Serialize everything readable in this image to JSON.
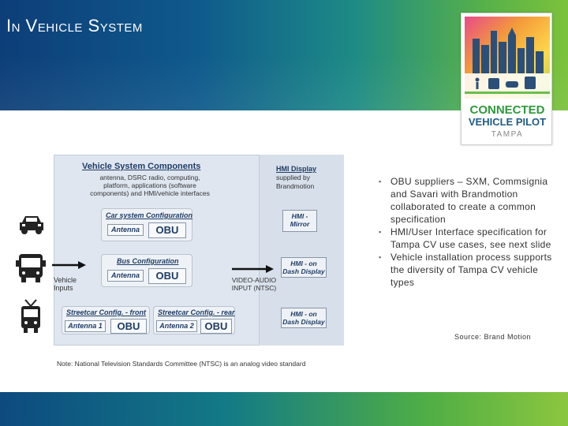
{
  "slide": {
    "title": "In Vehicle System"
  },
  "logo": {
    "line1": "CONNECTED",
    "line2": "VEHICLE PILOT",
    "line3": "TAMPA"
  },
  "diagram": {
    "components_title": "Vehicle System Components",
    "components_desc": "antenna, DSRC radio, computing, platform, applications (software components) and HMI/vehicle interfaces",
    "hmi_title": "HMI Display",
    "hmi_desc": "supplied by Brandmotion",
    "car": {
      "label": "Car system Configuration",
      "antenna": "Antenna",
      "obu": "OBU"
    },
    "bus": {
      "label": "Bus Configuration",
      "antenna": "Antenna",
      "obu": "OBU"
    },
    "streetcar_front": {
      "label": "Streetcar Config. - front",
      "antenna": "Antenna 1",
      "obu": "OBU"
    },
    "streetcar_rear": {
      "label": "Streetcar Config. - rear",
      "antenna": "Antenna 2",
      "obu": "OBU"
    },
    "hmi_mirror": "HMI - Mirror",
    "hmi_dash1": "HMI - on Dash Display",
    "hmi_dash2": "HMI - on Dash Display",
    "vehicle_inputs": "Vehicle Inputs",
    "video_input": "VIDEO-AUDIO INPUT (NTSC)",
    "note": "Note: National Television Standards Committee (NTSC) is an analog video standard"
  },
  "bullets": [
    "OBU suppliers – SXM, Commsignia and Savari with Brandmotion collaborated to create a common specification",
    "HMI/User Interface specification for Tampa CV use cases, see next slide",
    "Vehicle installation process supports the diversity of Tampa CV vehicle types"
  ],
  "source": "Source: Brand Motion",
  "icons": [
    "car-icon",
    "bus-icon",
    "streetcar-icon",
    "arrow-right-icon",
    "skyline-icon"
  ],
  "colors": {
    "accent_green": "#2e9a3c",
    "accent_blue": "#1f5b86",
    "diagram_text": "#1f3c66"
  }
}
